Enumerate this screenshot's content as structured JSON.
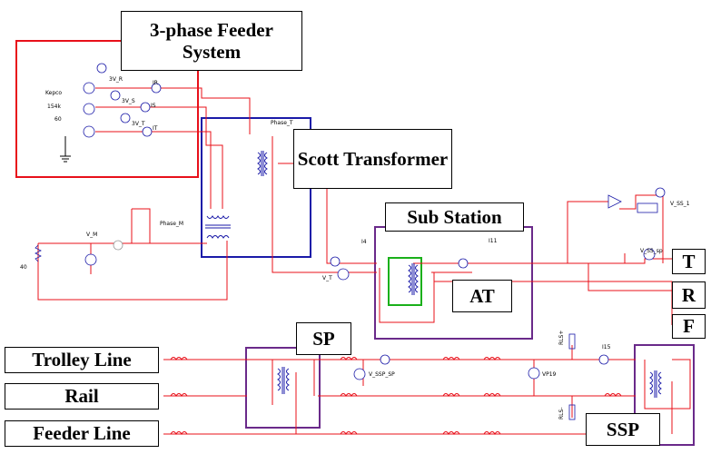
{
  "labels": {
    "feeder_system": "3-phase Feeder System",
    "scott": "Scott Transformer",
    "substation": "Sub Station",
    "at": "AT",
    "sp": "SP",
    "ssp": "SSP",
    "t": "T",
    "r": "R",
    "f": "F",
    "trolley": "Trolley Line",
    "rail": "Rail",
    "feeder_line": "Feeder Line"
  },
  "small": {
    "kepco": "Kepco",
    "k154": "154k",
    "hz60": "60",
    "v3r": "3V_R",
    "v3s": "3V_S",
    "v3t": "3V_T",
    "ir": "IR",
    "is": "IS",
    "it": "IT",
    "phase_t": "Phase_T",
    "phase_m": "Phase_M",
    "vm": "V_M",
    "r40": "40",
    "i4": "I4",
    "vt": "V_T",
    "i11": "I11",
    "vss1": "V_SS_1",
    "vsssp": "V_SS_sp",
    "vsspsp": "V_SSP_SP",
    "vp19": "VP19",
    "i15": "I15",
    "rls": "RLS+",
    "rls2": "RLS-"
  },
  "colors": {
    "red": "#e8101a",
    "blue": "#1a1aa8",
    "purple": "#6a2a8a",
    "green": "#1ab01a"
  }
}
